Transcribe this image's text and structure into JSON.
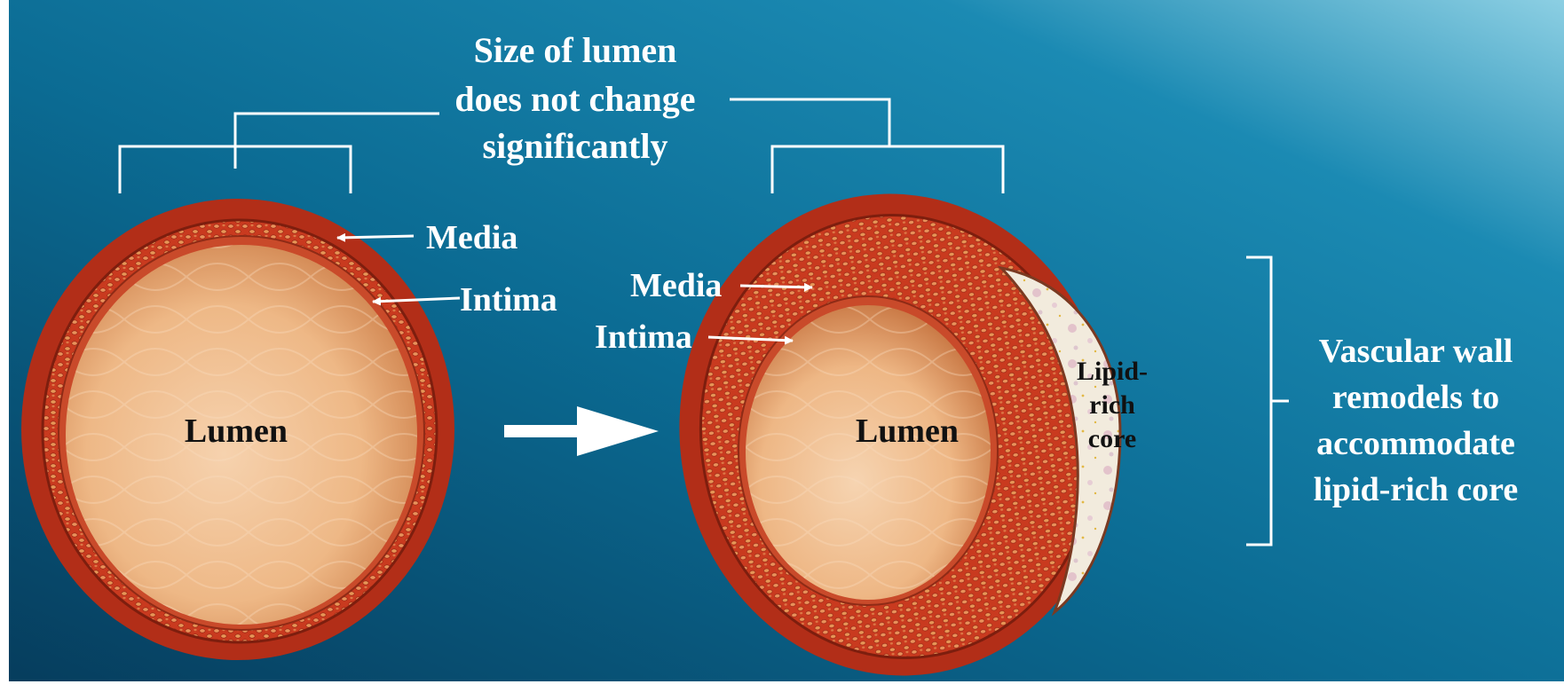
{
  "title": [
    "Size of lumen",
    "does not change",
    "significantly"
  ],
  "left_vessel": {
    "media_label": "Media",
    "intima_label": "Intima",
    "lumen_label": "Lumen"
  },
  "right_vessel": {
    "media_label": "Media",
    "intima_label": "Intima",
    "lumen_label": "Lumen",
    "core_label": [
      "Lipid-",
      "rich",
      "core"
    ]
  },
  "side_note": [
    "Vascular wall",
    "remodels to",
    "accommodate",
    "lipid-rich core"
  ],
  "colors": {
    "background_dark": "#0a4a6e",
    "background_light": "#4aa6cc",
    "vessel_outer": "#c0331c",
    "lumen": "#e6a06a",
    "text_light": "#ffffff",
    "text_dark": "#111111",
    "core": "#f1ead8"
  }
}
